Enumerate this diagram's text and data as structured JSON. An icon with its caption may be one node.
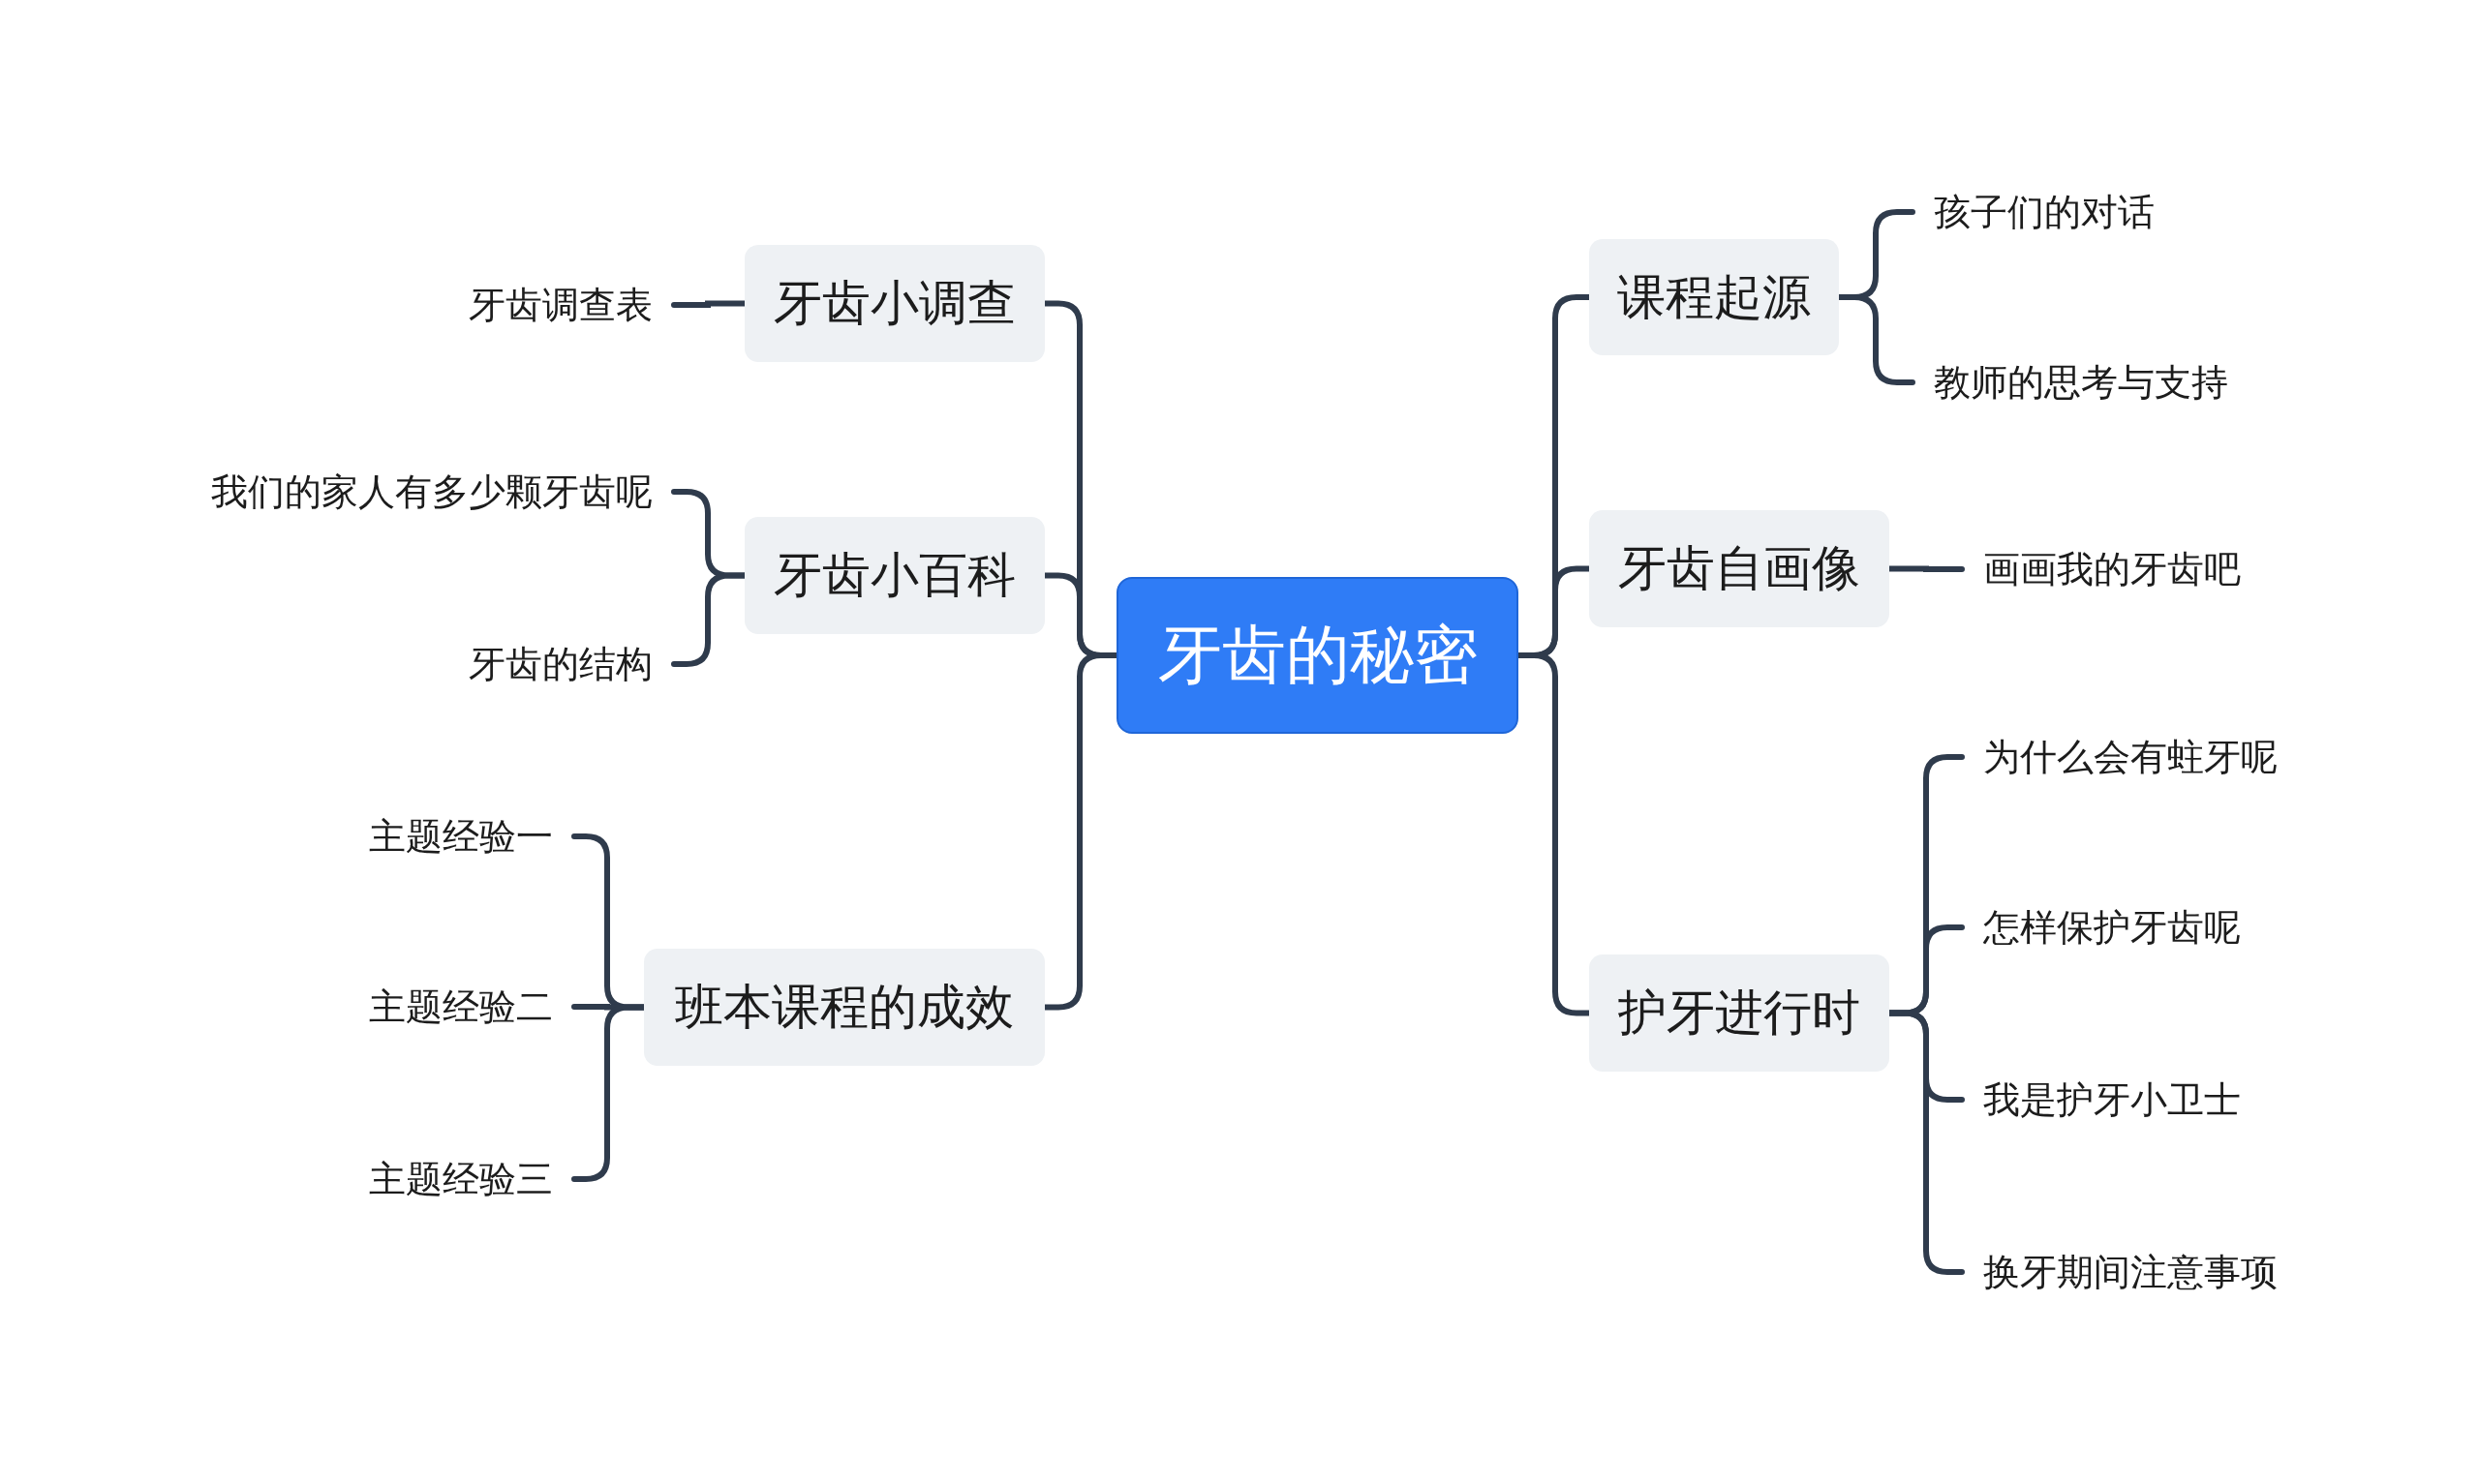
{
  "diagram": {
    "nodes": [
      {
        "text": [
          "牙齿的秘密"
        ]
      },
      {
        "text": [
          "牙齿小调查"
        ]
      },
      {
        "text": [
          "牙齿小百科"
        ]
      },
      {
        "text": [
          "班本课程的成效"
        ]
      },
      {
        "text": [
          "课程起源"
        ]
      },
      {
        "text": [
          "牙齿自画像"
        ]
      },
      {
        "text": [
          "护牙进行时"
        ]
      },
      {
        "text": [
          "牙齿调查表"
        ]
      },
      {
        "text": [
          "我们的家人有多少颗牙齿呢"
        ]
      },
      {
        "text": [
          "牙齿的结构"
        ]
      },
      {
        "text": [
          "主题经验一"
        ]
      },
      {
        "text": [
          "主题经验二"
        ]
      },
      {
        "text": [
          "主题经验三"
        ]
      },
      {
        "text": [
          "孩子们的对话"
        ]
      },
      {
        "text": [
          "教师的思考与支持"
        ]
      },
      {
        "text": [
          "画画我的牙齿吧"
        ]
      },
      {
        "text": [
          "为什么会有蛀牙呢"
        ]
      },
      {
        "text": [
          "怎样保护牙齿呢"
        ]
      },
      {
        "text": [
          "我是护牙小卫士"
        ]
      },
      {
        "text": [
          "换牙期间注意事项"
        ]
      }
    ],
    "edges": [
      {
        "from": 0,
        "to": 1,
        "arrow": "none"
      },
      {
        "from": 0,
        "to": 2,
        "arrow": "none"
      },
      {
        "from": 0,
        "to": 3,
        "arrow": "none"
      },
      {
        "from": 0,
        "to": 4,
        "arrow": "none"
      },
      {
        "from": 0,
        "to": 5,
        "arrow": "none"
      },
      {
        "from": 0,
        "to": 6,
        "arrow": "none"
      },
      {
        "from": 1,
        "to": 7,
        "arrow": "none"
      },
      {
        "from": 2,
        "to": 8,
        "arrow": "none"
      },
      {
        "from": 2,
        "to": 9,
        "arrow": "none"
      },
      {
        "from": 3,
        "to": 10,
        "arrow": "none"
      },
      {
        "from": 3,
        "to": 11,
        "arrow": "none"
      },
      {
        "from": 3,
        "to": 12,
        "arrow": "none"
      },
      {
        "from": 4,
        "to": 13,
        "arrow": "none"
      },
      {
        "from": 4,
        "to": 14,
        "arrow": "none"
      },
      {
        "from": 5,
        "to": 15,
        "arrow": "none"
      },
      {
        "from": 6,
        "to": 16,
        "arrow": "none"
      },
      {
        "from": 6,
        "to": 17,
        "arrow": "none"
      },
      {
        "from": 6,
        "to": 18,
        "arrow": "none"
      },
      {
        "from": 6,
        "to": 19,
        "arrow": "none"
      }
    ]
  }
}
